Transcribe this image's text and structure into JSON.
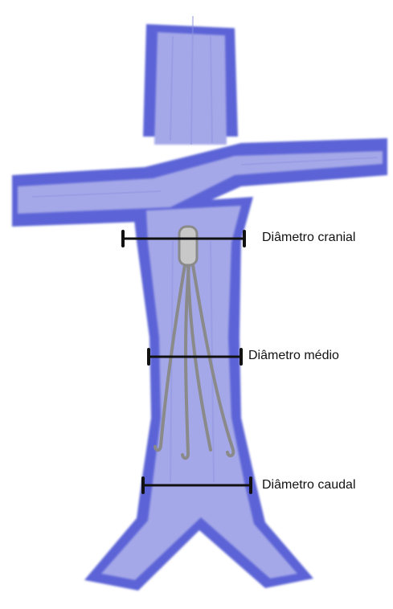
{
  "labels": {
    "cranial": "Diâmetro cranial",
    "medio": "Diâmetro médio",
    "caudal": "Diâmetro caudal"
  },
  "colors": {
    "vessel_edge": "#5c63d6",
    "vessel_fill": "#a4a8e8",
    "filter": "#8a8a8a",
    "measure_line": "#111111"
  }
}
